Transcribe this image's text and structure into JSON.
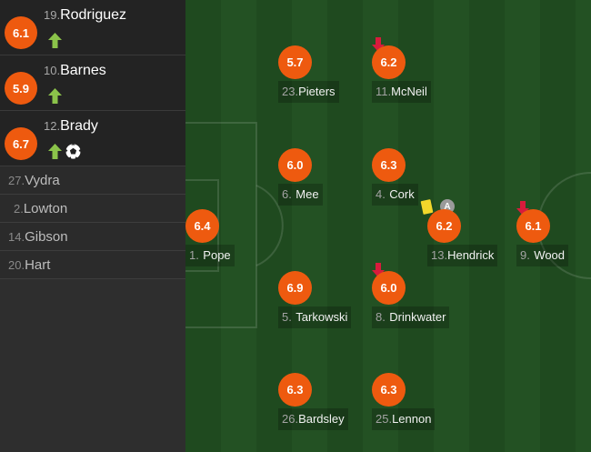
{
  "substitutes": [
    {
      "rating": "6.1",
      "number": "19.",
      "name": "Rodriguez",
      "icons": [
        "sub-in-icon"
      ]
    },
    {
      "rating": "5.9",
      "number": "10.",
      "name": "Barnes",
      "icons": [
        "sub-in-icon"
      ]
    },
    {
      "rating": "6.7",
      "number": "12.",
      "name": "Brady",
      "icons": [
        "sub-in-icon",
        "goal-icon"
      ]
    }
  ],
  "bench": [
    {
      "number": "27.",
      "name": "Vydra"
    },
    {
      "number": "2.",
      "name": "Lowton"
    },
    {
      "number": "14.",
      "name": "Gibson"
    },
    {
      "number": "20.",
      "name": "Hart"
    }
  ],
  "players": [
    {
      "rating": "6.4",
      "number": "1.",
      "name": "Pope",
      "sub_off": false,
      "yellow_card": false,
      "captain": false
    },
    {
      "rating": "5.7",
      "number": "23.",
      "name": "Pieters",
      "sub_off": false,
      "yellow_card": false,
      "captain": false
    },
    {
      "rating": "6.2",
      "number": "11.",
      "name": "McNeil",
      "sub_off": true,
      "yellow_card": false,
      "captain": false
    },
    {
      "rating": "6.0",
      "number": "6.",
      "name": "Mee",
      "sub_off": false,
      "yellow_card": false,
      "captain": false
    },
    {
      "rating": "6.3",
      "number": "4.",
      "name": "Cork",
      "sub_off": false,
      "yellow_card": false,
      "captain": false
    },
    {
      "rating": "6.2",
      "number": "13.",
      "name": "Hendrick",
      "sub_off": false,
      "yellow_card": true,
      "captain": true
    },
    {
      "rating": "6.1",
      "number": "9.",
      "name": "Wood",
      "sub_off": true,
      "yellow_card": false,
      "captain": false
    },
    {
      "rating": "6.9",
      "number": "5.",
      "name": "Tarkowski",
      "sub_off": false,
      "yellow_card": false,
      "captain": false
    },
    {
      "rating": "6.0",
      "number": "8.",
      "name": "Drinkwater",
      "sub_off": true,
      "yellow_card": false,
      "captain": false
    },
    {
      "rating": "6.3",
      "number": "26.",
      "name": "Bardsley",
      "sub_off": false,
      "yellow_card": false,
      "captain": false
    },
    {
      "rating": "6.3",
      "number": "25.",
      "name": "Lennon",
      "sub_off": false,
      "yellow_card": false,
      "captain": false
    }
  ],
  "captain_mark": "A",
  "colors": {
    "rating_badge": "#ee5a0f",
    "sub_in": "#8bc34a",
    "sub_off": "#d81b3c",
    "yellow_card": "#f3d72b",
    "pitch_dark": "#1f4a1f",
    "pitch_light": "#235123"
  }
}
